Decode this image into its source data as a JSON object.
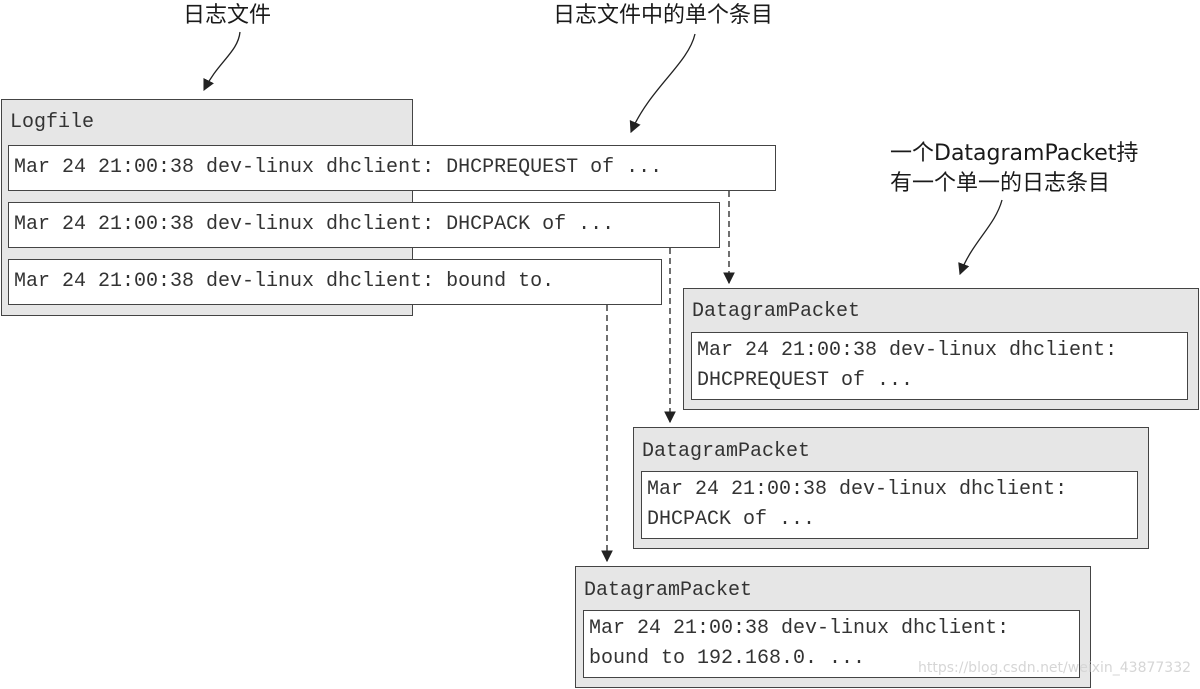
{
  "callouts": {
    "logfile": "日志文件",
    "single_entry": "日志文件中的单个条目",
    "packet_line1": "一个DatagramPacket持",
    "packet_line2": "有一个单一的日志条目"
  },
  "logfile": {
    "title": "Logfile",
    "entries": [
      "Mar 24 21:00:38 dev-linux dhclient: DHCPREQUEST of ...",
      "Mar 24 21:00:38 dev-linux dhclient: DHCPACK of ...",
      "Mar 24 21:00:38 dev-linux dhclient: bound to."
    ]
  },
  "packets": [
    {
      "title": "DatagramPacket",
      "line1": "Mar 24 21:00:38 dev-linux dhclient:",
      "line2": "DHCPREQUEST of ..."
    },
    {
      "title": "DatagramPacket",
      "line1": "Mar 24 21:00:38 dev-linux dhclient:",
      "line2": "DHCPACK of ..."
    },
    {
      "title": "DatagramPacket",
      "line1": "Mar 24 21:00:38 dev-linux dhclient:",
      "line2": "bound to 192.168.0. ..."
    }
  ],
  "watermark": "https://blog.csdn.net/weixin_43877332",
  "colors": {
    "box_fill": "#e6e6e6",
    "entry_fill": "#ffffff",
    "stroke": "#444444"
  }
}
